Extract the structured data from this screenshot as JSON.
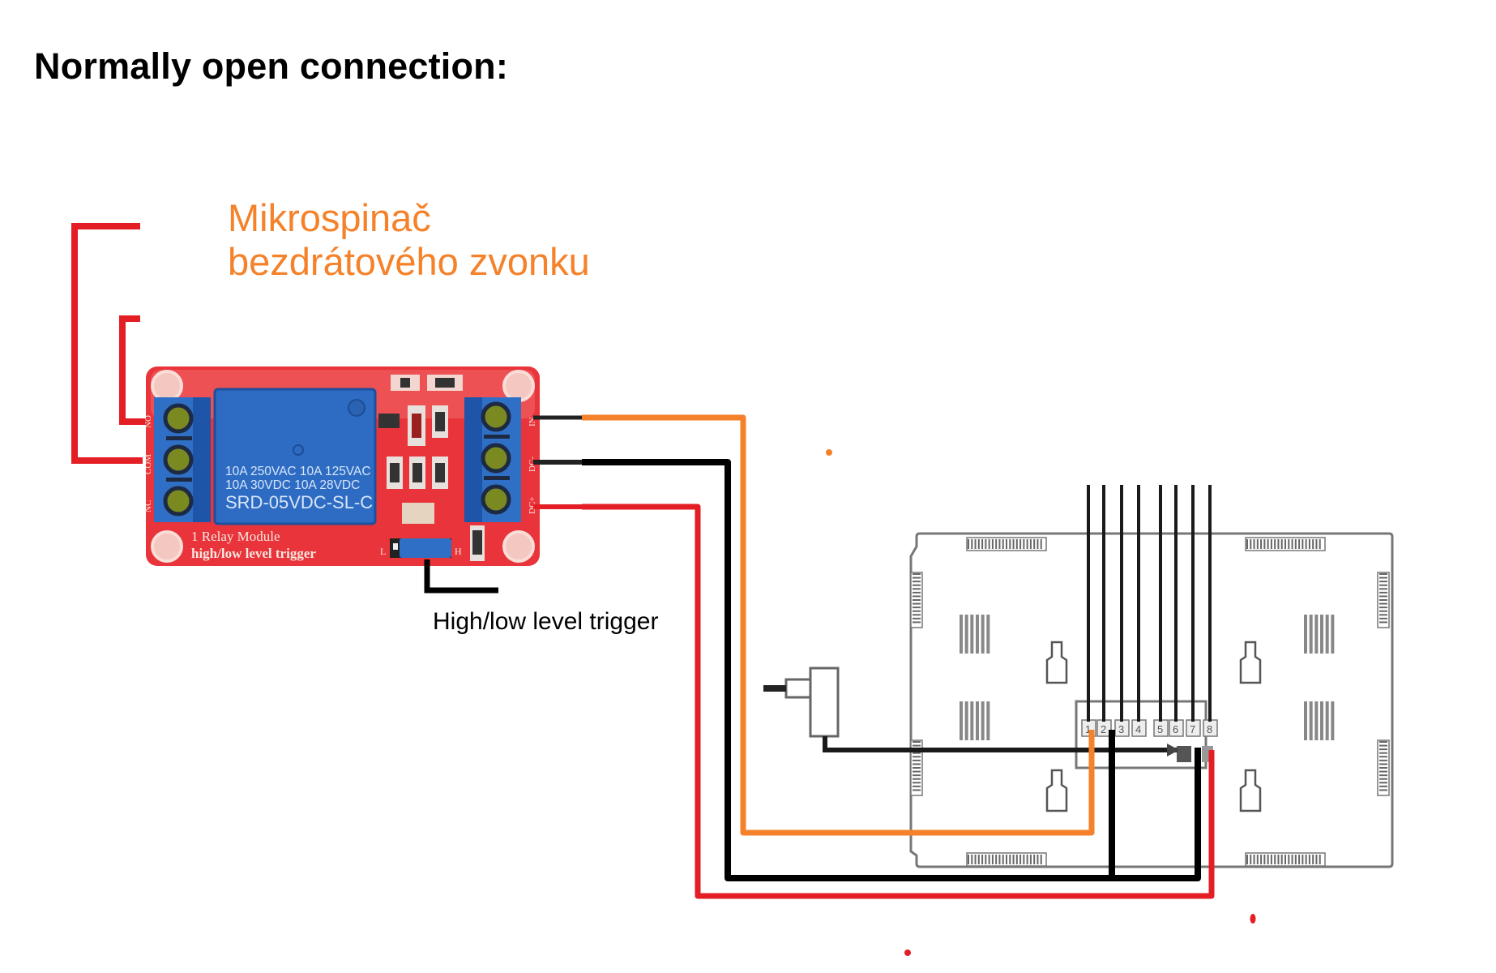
{
  "title": "Normally open connection:",
  "labels": {
    "switch_line1": "Mikrospinač",
    "switch_line2": "bezdrátového zvonku",
    "trigger": "High/low level trigger"
  },
  "relay_module": {
    "relay_rating_line1": "10A 250VAC  10A 125VAC",
    "relay_rating_line2": "10A  30VDC  10A  28VDC",
    "relay_model": "SRD-05VDC-SL-C",
    "board_line1": "1 Relay  Module",
    "board_line2": "high/low level trigger",
    "left_terminals": [
      "NO",
      "COM",
      "NC"
    ],
    "right_terminals": [
      "IN",
      "DC-",
      "DC+"
    ],
    "jumper_labels": [
      "L",
      "H"
    ]
  },
  "panel": {
    "terminal_numbers": [
      "1",
      "2",
      "3",
      "4",
      "5",
      "6",
      "7",
      "8"
    ]
  },
  "wire_colors": {
    "signal": "#f5822a",
    "ground": "#000000",
    "power": "#e31e24",
    "switch": "#e31e24"
  },
  "connections": [
    {
      "from": "relay IN",
      "to": "panel terminal 1",
      "color": "orange"
    },
    {
      "from": "relay DC-",
      "to": "panel terminal 2 and power connector",
      "color": "black"
    },
    {
      "from": "relay DC+",
      "to": "power connector",
      "color": "red"
    },
    {
      "from": "relay NO/COM",
      "to": "doorbell micro switch",
      "color": "red"
    }
  ]
}
